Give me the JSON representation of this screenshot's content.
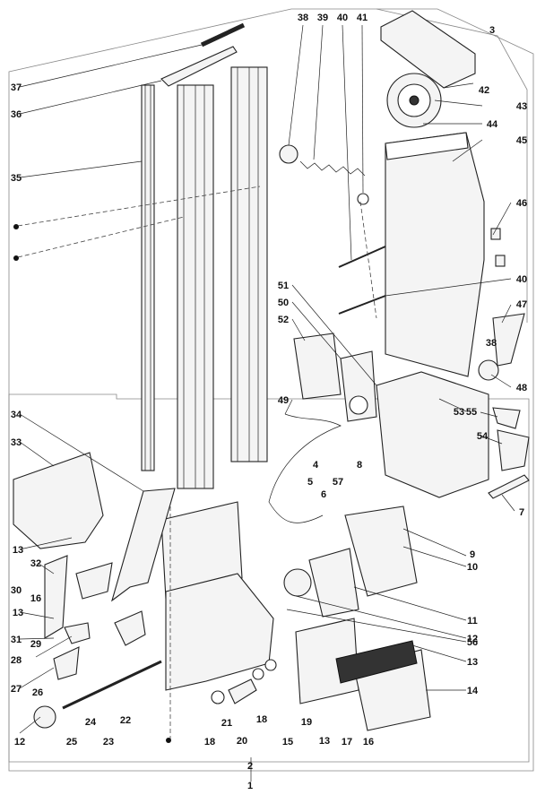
{
  "diagram": {
    "labels": [
      {
        "id": "l1",
        "text": "1"
      },
      {
        "id": "l2",
        "text": "2"
      },
      {
        "id": "l3",
        "text": "3"
      },
      {
        "id": "l4",
        "text": "4"
      },
      {
        "id": "l5",
        "text": "5"
      },
      {
        "id": "l6",
        "text": "6"
      },
      {
        "id": "l7",
        "text": "7"
      },
      {
        "id": "l8",
        "text": "8"
      },
      {
        "id": "l9",
        "text": "9"
      },
      {
        "id": "l10",
        "text": "10"
      },
      {
        "id": "l11",
        "text": "11"
      },
      {
        "id": "l12a",
        "text": "12"
      },
      {
        "id": "l12b",
        "text": "12"
      },
      {
        "id": "l13a",
        "text": "13"
      },
      {
        "id": "l13b",
        "text": "13"
      },
      {
        "id": "l13c",
        "text": "13"
      },
      {
        "id": "l13d",
        "text": "13"
      },
      {
        "id": "l14",
        "text": "14"
      },
      {
        "id": "l15",
        "text": "15"
      },
      {
        "id": "l16a",
        "text": "16"
      },
      {
        "id": "l16b",
        "text": "16"
      },
      {
        "id": "l17",
        "text": "17"
      },
      {
        "id": "l18a",
        "text": "18"
      },
      {
        "id": "l18b",
        "text": "18"
      },
      {
        "id": "l19",
        "text": "19"
      },
      {
        "id": "l20",
        "text": "20"
      },
      {
        "id": "l21",
        "text": "21"
      },
      {
        "id": "l22",
        "text": "22"
      },
      {
        "id": "l23",
        "text": "23"
      },
      {
        "id": "l24",
        "text": "24"
      },
      {
        "id": "l25",
        "text": "25"
      },
      {
        "id": "l26",
        "text": "26"
      },
      {
        "id": "l27",
        "text": "27"
      },
      {
        "id": "l28",
        "text": "28"
      },
      {
        "id": "l29",
        "text": "29"
      },
      {
        "id": "l30",
        "text": "30"
      },
      {
        "id": "l31",
        "text": "31"
      },
      {
        "id": "l32",
        "text": "32"
      },
      {
        "id": "l33",
        "text": "33"
      },
      {
        "id": "l34",
        "text": "34"
      },
      {
        "id": "l35",
        "text": "35"
      },
      {
        "id": "l36",
        "text": "36"
      },
      {
        "id": "l37",
        "text": "37"
      },
      {
        "id": "l38a",
        "text": "38"
      },
      {
        "id": "l38b",
        "text": "38"
      },
      {
        "id": "l39",
        "text": "39"
      },
      {
        "id": "l40a",
        "text": "40"
      },
      {
        "id": "l40b",
        "text": "40"
      },
      {
        "id": "l41",
        "text": "41"
      },
      {
        "id": "l42",
        "text": "42"
      },
      {
        "id": "l43",
        "text": "43"
      },
      {
        "id": "l44",
        "text": "44"
      },
      {
        "id": "l45",
        "text": "45"
      },
      {
        "id": "l46",
        "text": "46"
      },
      {
        "id": "l47",
        "text": "47"
      },
      {
        "id": "l48",
        "text": "48"
      },
      {
        "id": "l49",
        "text": "49"
      },
      {
        "id": "l50",
        "text": "50"
      },
      {
        "id": "l51",
        "text": "51"
      },
      {
        "id": "l52",
        "text": "52"
      },
      {
        "id": "l53",
        "text": "53"
      },
      {
        "id": "l54",
        "text": "54"
      },
      {
        "id": "l55",
        "text": "55"
      },
      {
        "id": "l56",
        "text": "56"
      },
      {
        "id": "l57",
        "text": "57"
      }
    ]
  }
}
